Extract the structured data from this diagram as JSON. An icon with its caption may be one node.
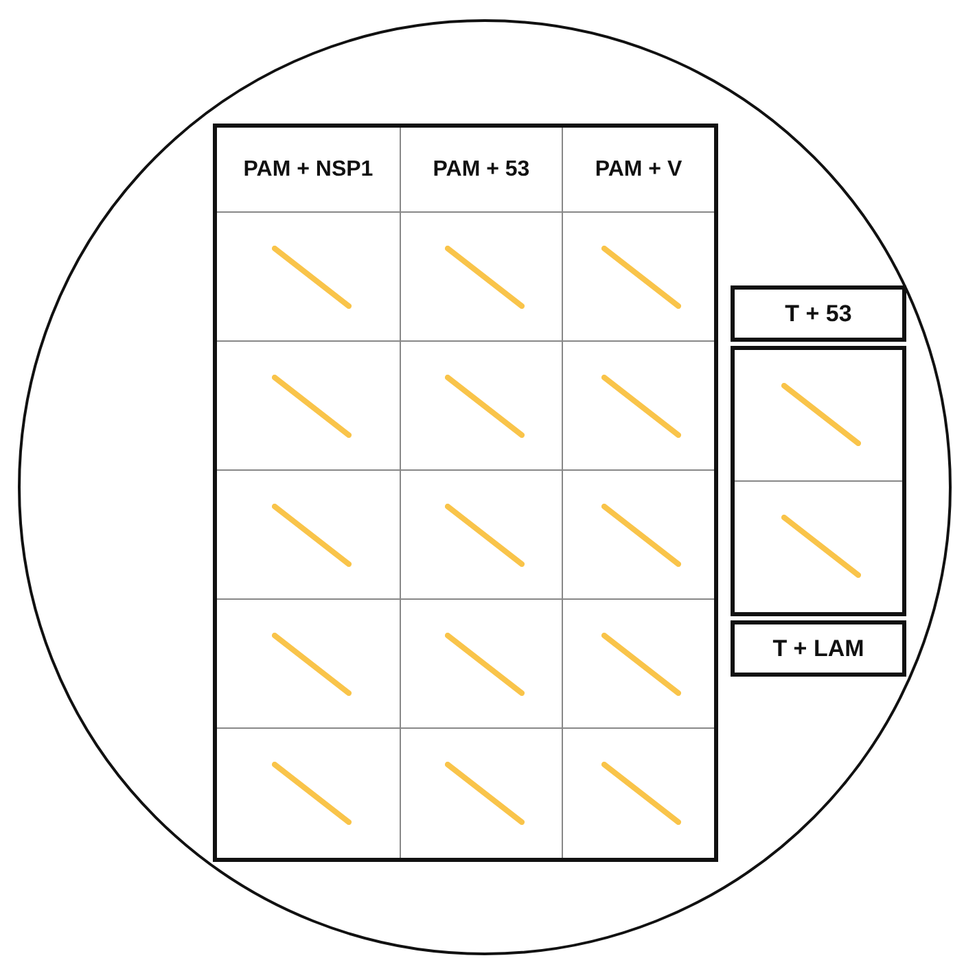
{
  "diagram": {
    "nodes": [
      {
        "text": [],
        "shape": "circle"
      },
      {
        "text": [
          "T + 53"
        ],
        "in": 0
      },
      {
        "text": [
          "T + LAM"
        ],
        "in": 0
      }
    ],
    "labels": [
      "PAM + NSP1",
      "PAM + 53",
      "PAM + V"
    ]
  }
}
